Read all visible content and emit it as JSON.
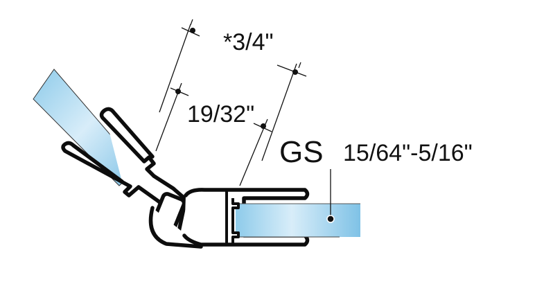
{
  "diagram": {
    "subject": "Glass shower door magnetic seal profile (angled joint)",
    "labels": {
      "outer_dimension": "*3/4\"",
      "inner_dimension": "19/32\"",
      "glass_code": "GS",
      "glass_thickness_range": "15/64\"-5/16\""
    },
    "colors": {
      "glass_light": "#d6ecf8",
      "glass_dark": "#86c4e6",
      "profile_stroke": "#0d0d0d",
      "dimension_line": "#111111",
      "background": "#ffffff"
    }
  }
}
